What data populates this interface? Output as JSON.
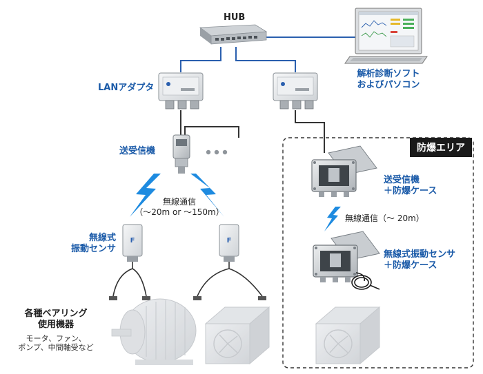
{
  "labels": {
    "hub": "HUB",
    "pc_line1": "解析診断ソフト",
    "pc_line2": "およびパソコン",
    "lan_adapter": "LANアダプタ",
    "transceiver": "送受信機",
    "wireless_left_line1": "無線通信",
    "wireless_left_line2": "（～20m or ～150m）",
    "sensor_line1": "無線式",
    "sensor_line2": "振動センサ",
    "bearing_line1": "各種ベアリング",
    "bearing_line2": "使用機器",
    "bearing_line3": "モータ、ファン、",
    "bearing_line4": "ポンプ、中間軸受など",
    "explosion_zone": "防爆エリア",
    "ex_transceiver_line1": "送受信機",
    "ex_transceiver_line2": "＋防爆ケース",
    "wireless_right": "無線通信（～ 20m）",
    "ex_sensor_line1": "無線式振動センサ",
    "ex_sensor_line2": "＋防爆ケース"
  },
  "colors": {
    "label_blue": "#1a5aa8",
    "cable_blue": "#2a5fae",
    "cable_dark": "#333333",
    "bolt_blue": "#1e8be0",
    "zone_border": "#333333"
  },
  "icons": [
    "hub-icon",
    "laptop-icon",
    "lan-adapter-icon",
    "transceiver-icon",
    "wireless-bolt-icon",
    "vibration-sensor-icon",
    "motor-icon",
    "fan-unit-icon",
    "explosion-proof-case-icon",
    "cable-coil-icon"
  ]
}
